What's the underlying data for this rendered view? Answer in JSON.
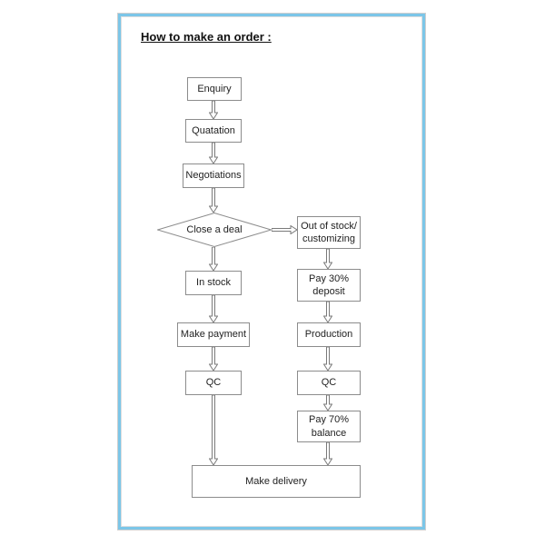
{
  "title": "How to make an order :",
  "colors": {
    "panel_border": "#7cc6e8",
    "box_border": "#8c8c8c",
    "arrow_stroke": "#7a7a7a"
  },
  "flowchart": {
    "nodes": {
      "enquiry": "Enquiry",
      "quotation": "Quatation",
      "negotiations": "Negotiations",
      "close_deal": "Close a deal",
      "out_of_stock_line1": "Out of stock/",
      "out_of_stock_line2": "customizing",
      "in_stock": "In stock",
      "pay_30_line1": "Pay 30%",
      "pay_30_line2": "deposit",
      "make_payment": "Make payment",
      "production": "Production",
      "qc_left": "QC",
      "qc_right": "QC",
      "pay_70_line1": "Pay 70%",
      "pay_70_line2": "balance",
      "make_delivery": "Make delivery"
    },
    "edges": [
      [
        "enquiry",
        "quotation"
      ],
      [
        "quotation",
        "negotiations"
      ],
      [
        "negotiations",
        "close_deal"
      ],
      [
        "close_deal",
        "out_of_stock"
      ],
      [
        "close_deal",
        "in_stock"
      ],
      [
        "in_stock",
        "make_payment"
      ],
      [
        "make_payment",
        "qc_left"
      ],
      [
        "qc_left",
        "make_delivery"
      ],
      [
        "out_of_stock",
        "pay_30_deposit"
      ],
      [
        "pay_30_deposit",
        "production"
      ],
      [
        "production",
        "qc_right"
      ],
      [
        "qc_right",
        "pay_70_balance"
      ],
      [
        "pay_70_balance",
        "make_delivery"
      ]
    ]
  }
}
